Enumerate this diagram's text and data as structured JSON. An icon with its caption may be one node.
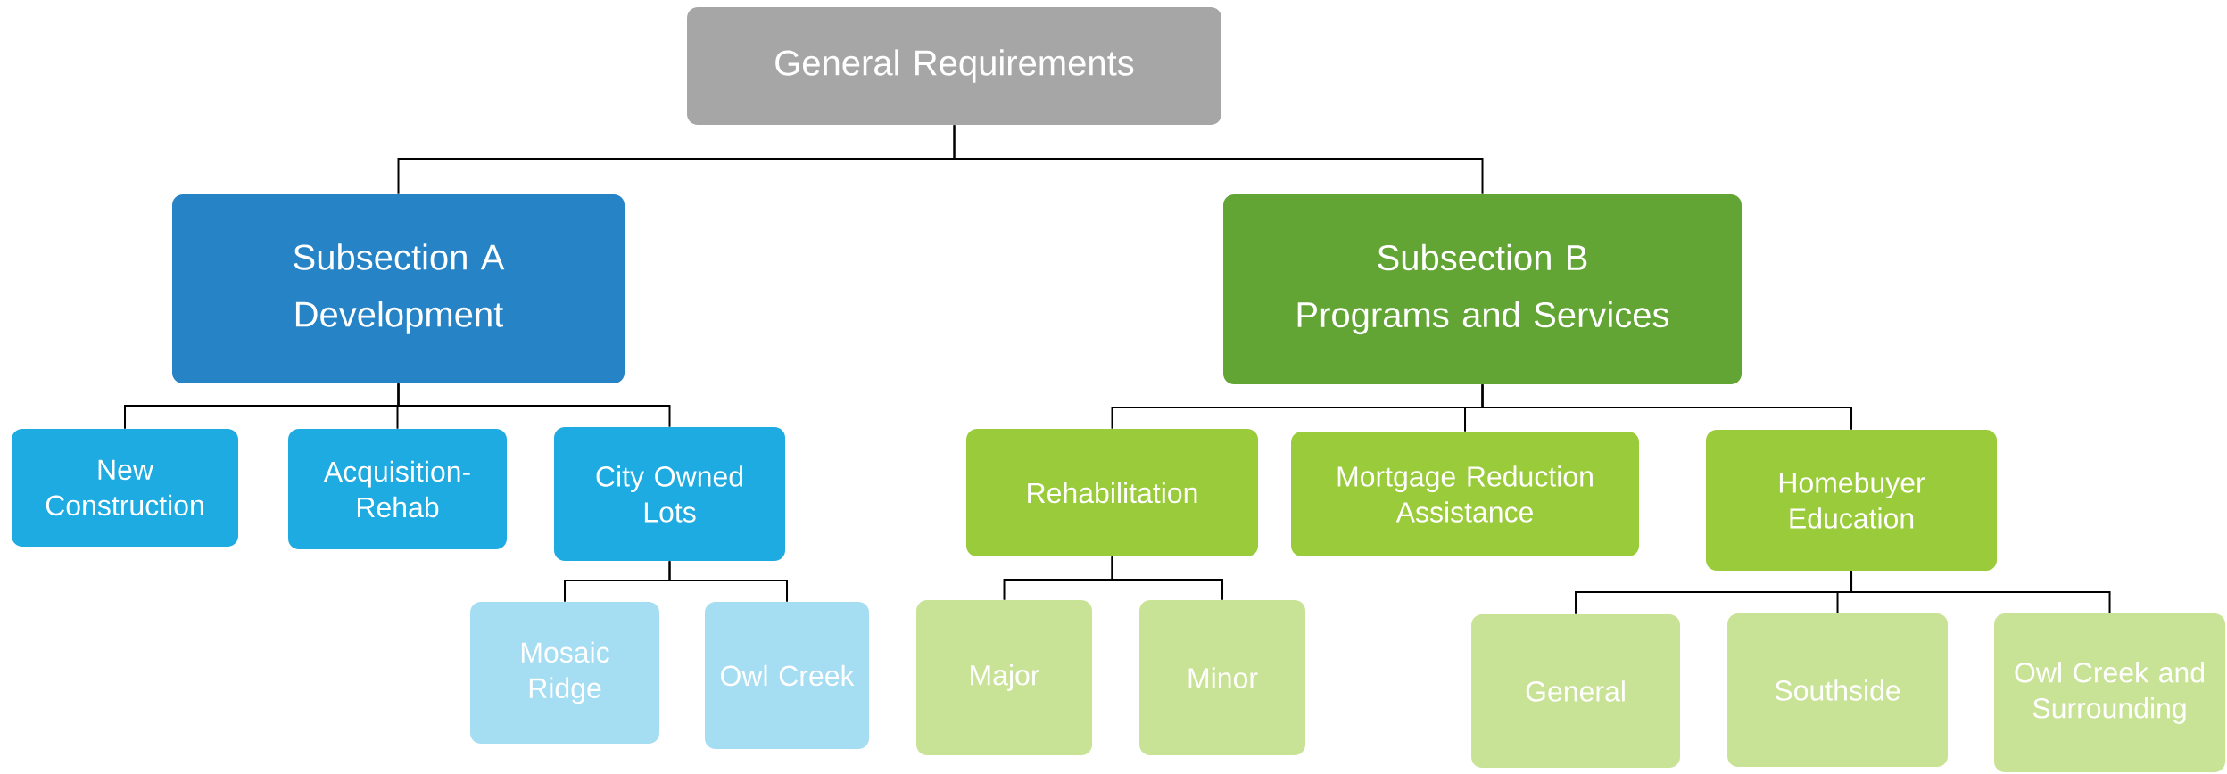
{
  "diagram": {
    "nodes": [
      {
        "text": [
          "General Requirements"
        ]
      },
      {
        "text": [
          "Subsection A",
          "Development"
        ]
      },
      {
        "text": [
          "Subsection B",
          "Programs and Services"
        ]
      },
      {
        "text": [
          "New Construction"
        ]
      },
      {
        "text": [
          "Acquisition-Rehab"
        ]
      },
      {
        "text": [
          "City Owned Lots"
        ]
      },
      {
        "text": [
          "Mosaic Ridge"
        ]
      },
      {
        "text": [
          "Owl Creek"
        ]
      },
      {
        "text": [
          "Rehabilitation"
        ]
      },
      {
        "text": [
          "Mortgage Reduction Assistance"
        ]
      },
      {
        "text": [
          "Homebuyer Education"
        ]
      },
      {
        "text": [
          "Major"
        ]
      },
      {
        "text": [
          "Minor"
        ]
      },
      {
        "text": [
          "General"
        ]
      },
      {
        "text": [
          "Southside"
        ]
      },
      {
        "text": [
          "Owl Creek and Surrounding"
        ]
      }
    ],
    "edges": [
      {
        "from": 0,
        "to": 1,
        "arrow": "none"
      },
      {
        "from": 0,
        "to": 2,
        "arrow": "none"
      },
      {
        "from": 1,
        "to": 3,
        "arrow": "none"
      },
      {
        "from": 1,
        "to": 4,
        "arrow": "none"
      },
      {
        "from": 1,
        "to": 5,
        "arrow": "none"
      },
      {
        "from": 5,
        "to": 6,
        "arrow": "none"
      },
      {
        "from": 5,
        "to": 7,
        "arrow": "none"
      },
      {
        "from": 2,
        "to": 8,
        "arrow": "none"
      },
      {
        "from": 2,
        "to": 9,
        "arrow": "none"
      },
      {
        "from": 2,
        "to": 10,
        "arrow": "none"
      },
      {
        "from": 8,
        "to": 11,
        "arrow": "none"
      },
      {
        "from": 8,
        "to": 12,
        "arrow": "none"
      },
      {
        "from": 10,
        "to": 13,
        "arrow": "none"
      },
      {
        "from": 10,
        "to": 14,
        "arrow": "none"
      },
      {
        "from": 10,
        "to": 15,
        "arrow": "none"
      }
    ]
  }
}
